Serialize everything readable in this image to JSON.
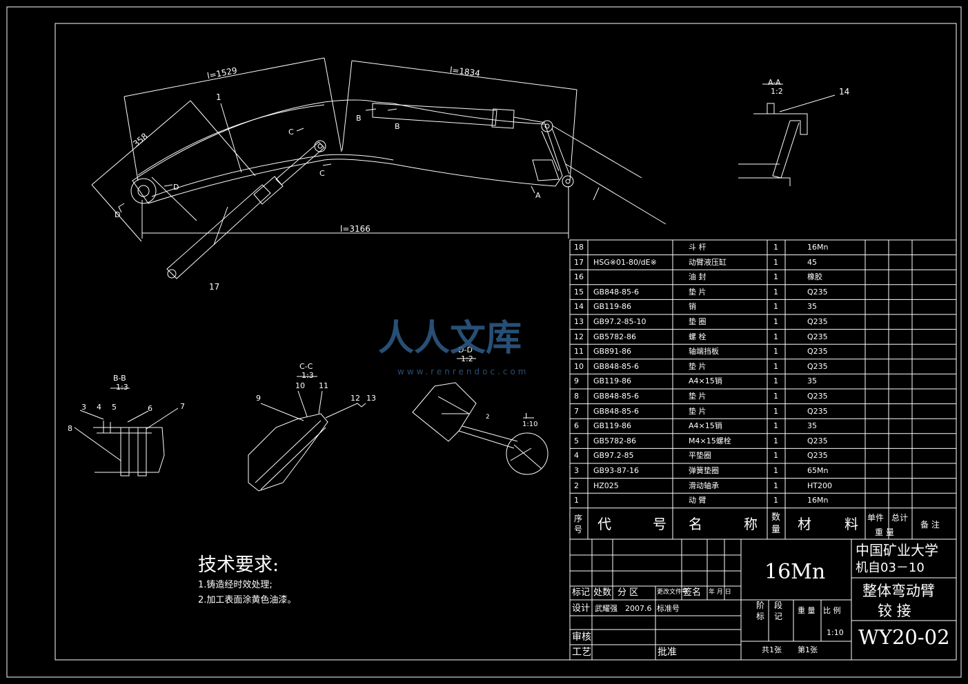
{
  "colors": {
    "background": "#000000",
    "lines": "#ffffff",
    "watermark": "#2f5d8a"
  },
  "views": {
    "aa_label": "A-A",
    "aa_scale": "1:2",
    "bb_label": "B-B",
    "bb_scale": "1:3",
    "cc_label": "C-C",
    "cc_scale": "1:3",
    "dd_label": "D-D",
    "dd_scale": "1:2",
    "i_label": "I",
    "i_scale": "1:10"
  },
  "dimensions": {
    "l1": "l=1529",
    "l2": "l=1834",
    "l3": "l=3166",
    "d1": "358"
  },
  "markers": {
    "a": "A",
    "b1": "B",
    "b2": "B",
    "c1": "C",
    "c2": "C",
    "d1": "D",
    "d2": "D"
  },
  "callouts": {
    "n1": "1",
    "n17": "17",
    "n14": "14",
    "n3": "3",
    "n4": "4",
    "n5": "5",
    "n6": "6",
    "n7": "7",
    "n8": "8",
    "n9": "9",
    "n10": "10",
    "n11": "11",
    "n12": "12",
    "n13": "13",
    "n2": "2"
  },
  "tech": {
    "title": "技术要求:",
    "line1": "1.铸造经时效处理;",
    "line2": "2.加工表面涂黄色油漆。"
  },
  "watermark": {
    "text": "人人文库",
    "url": "www.renrendoc.com"
  },
  "parts": [
    {
      "no": "18",
      "code": "",
      "name": "斗 杆",
      "qty": "1",
      "mat": "16Mn"
    },
    {
      "no": "17",
      "code": "HSG※01-80/dE※",
      "name": "动臂液压缸",
      "qty": "1",
      "mat": "45"
    },
    {
      "no": "16",
      "code": "",
      "name": "油 封",
      "qty": "1",
      "mat": "橡胶"
    },
    {
      "no": "15",
      "code": "GB848-85-6",
      "name": "垫 片",
      "qty": "1",
      "mat": "Q235"
    },
    {
      "no": "14",
      "code": "GB119-86",
      "name": "销",
      "qty": "1",
      "mat": "35"
    },
    {
      "no": "13",
      "code": "GB97.2-85-10",
      "name": "垫 圈",
      "qty": "1",
      "mat": "Q235"
    },
    {
      "no": "12",
      "code": "GB5782-86",
      "name": "螺 栓",
      "qty": "1",
      "mat": "Q235"
    },
    {
      "no": "11",
      "code": "GB891-86",
      "name": "轴端挡板",
      "qty": "1",
      "mat": "Q235"
    },
    {
      "no": "10",
      "code": "GB848-85-6",
      "name": "垫 片",
      "qty": "1",
      "mat": "Q235"
    },
    {
      "no": "9",
      "code": "GB119-86",
      "name": "A4×15销",
      "qty": "1",
      "mat": "35"
    },
    {
      "no": "8",
      "code": "GB848-85-6",
      "name": "垫 片",
      "qty": "1",
      "mat": "Q235"
    },
    {
      "no": "7",
      "code": "GB848-85-6",
      "name": "垫 片",
      "qty": "1",
      "mat": "Q235"
    },
    {
      "no": "6",
      "code": "GB119-86",
      "name": "A4×15销",
      "qty": "1",
      "mat": "35"
    },
    {
      "no": "5",
      "code": "GB5782-86",
      "name": "M4×15螺栓",
      "qty": "1",
      "mat": "Q235"
    },
    {
      "no": "4",
      "code": "GB97.2-85",
      "name": "平垫圈",
      "qty": "1",
      "mat": "Q235"
    },
    {
      "no": "3",
      "code": "GB93-87-16",
      "name": "弹簧垫圈",
      "qty": "1",
      "mat": "65Mn"
    },
    {
      "no": "2",
      "code": "HZ025",
      "name": "滑动轴承",
      "qty": "1",
      "mat": "HT200"
    },
    {
      "no": "1",
      "code": "",
      "name": "动 臂",
      "qty": "1",
      "mat": "16Mn"
    }
  ],
  "bom_header": {
    "no1": "序",
    "no2": "号",
    "code1": "代",
    "code2": "号",
    "name1": "名",
    "name2": "称",
    "qty1": "数",
    "qty2": "量",
    "mat1": "材",
    "mat2": "料",
    "w1": "单件",
    "w2": "总计",
    "w3": "重 量",
    "remark": "备 注"
  },
  "title_block": {
    "material": "16Mn",
    "school": "中国矿业大学",
    "class": "机自03－10",
    "title1": "整体弯动臂",
    "title2": "铰 接",
    "drawing_no": "WY20-02",
    "rev": "标记",
    "qty": "处数",
    "zone": "分 区",
    "doc": "更改文件号",
    "sign": "签名",
    "date": "年 月 日",
    "design": "设计",
    "designer": "武耀强",
    "design_date": "2007.6",
    "std": "标准号",
    "stage1": "阶",
    "stage2": "段",
    "stage3": "标",
    "stage4": "记",
    "weight": "重 量",
    "scale_lbl": "比 例",
    "scale": "1:10",
    "review": "审核",
    "process": "工艺",
    "approve": "批准",
    "total": "共1张",
    "sheet": "第1张"
  }
}
